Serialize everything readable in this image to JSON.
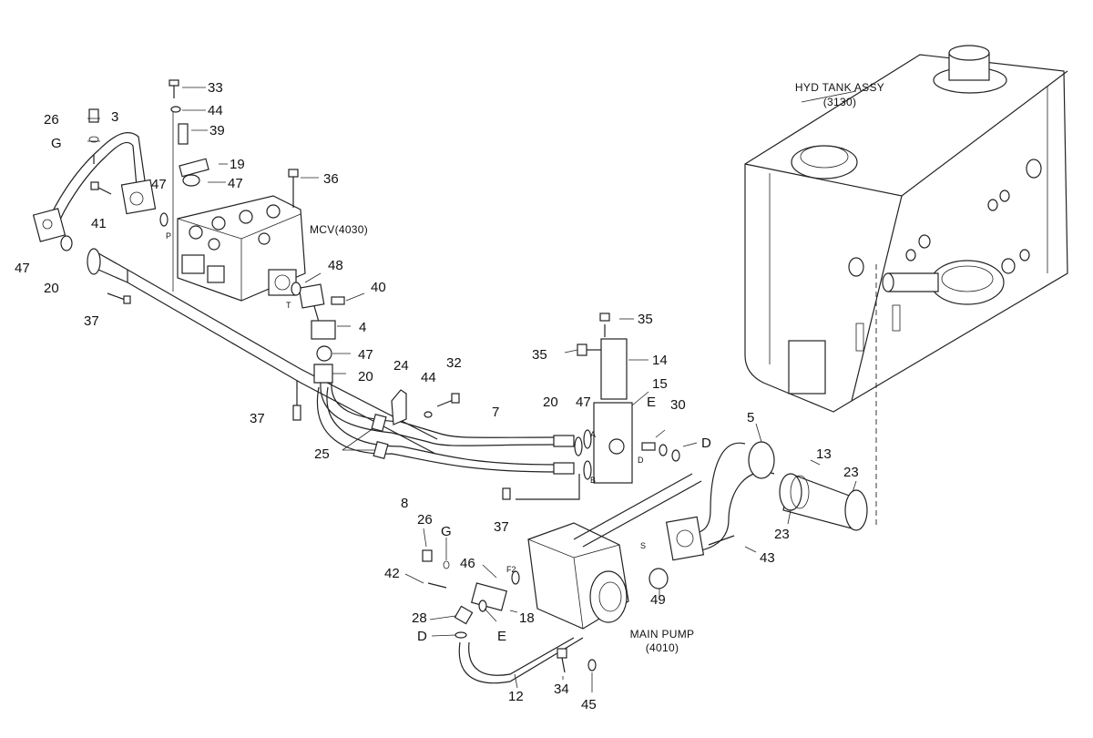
{
  "assemblies": {
    "hyd_tank": "HYD TANK ASSY",
    "hyd_tank_code": "(3130)",
    "mcv": "MCV(4030)",
    "main_pump": "MAIN PUMP",
    "main_pump_code": "(4010)"
  },
  "callouts": {
    "c33": "33",
    "c44a": "44",
    "c39": "39",
    "c26a": "26",
    "c3": "3",
    "cGa": "G",
    "c19": "19",
    "c47a": "47",
    "c47b": "47",
    "c36": "36",
    "c41": "41",
    "c47c": "47",
    "c20a": "20",
    "c37a": "37",
    "c48": "48",
    "c40": "40",
    "c4": "4",
    "c47d": "47",
    "c20b": "20",
    "c24": "24",
    "c44b": "44",
    "c32": "32",
    "c37b": "37",
    "c25": "25",
    "c7": "7",
    "c8": "8",
    "c35a": "35",
    "c35b": "35",
    "c14": "14",
    "c15": "15",
    "c20c": "20",
    "c47e": "47",
    "cEa": "E",
    "c30": "30",
    "cDa": "D",
    "c37c": "37",
    "c5": "5",
    "c13": "13",
    "c23a": "23",
    "c23b": "23",
    "c26b": "26",
    "cGb": "G",
    "c46": "46",
    "c42": "42",
    "c18": "18",
    "c28": "28",
    "cDb": "D",
    "cEb": "E",
    "c43": "43",
    "c49": "49",
    "c34": "34",
    "c45": "45",
    "c12": "12"
  },
  "port_marks": {
    "p": "P",
    "t": "T",
    "a": "A",
    "b": "B",
    "d": "D",
    "s": "S",
    "f2": "F2"
  }
}
